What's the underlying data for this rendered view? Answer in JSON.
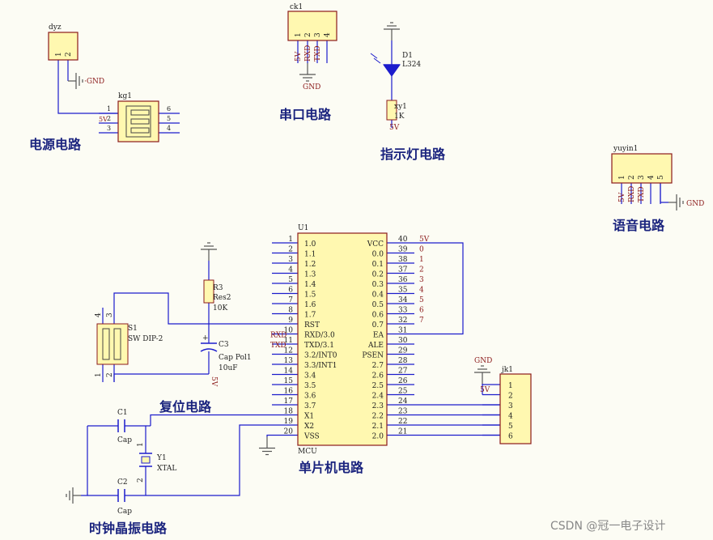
{
  "section_titles": {
    "power": "电源电路",
    "serial": "串口电路",
    "indicator": "指示灯电路",
    "voice": "语音电路",
    "reset": "复位电路",
    "mcu": "单片机电路",
    "clock": "时钟晶振电路"
  },
  "dyz": {
    "ref": "dyz",
    "pins": [
      "1",
      "2"
    ],
    "gnd": "GND"
  },
  "kg1": {
    "ref": "kg1",
    "left_pins": [
      "1",
      "2",
      "3"
    ],
    "right_pins": [
      "6",
      "5",
      "4"
    ],
    "net": "5V"
  },
  "ck1": {
    "ref": "ck1",
    "pins": [
      "1",
      "2",
      "3",
      "4"
    ],
    "nets": [
      "5V",
      "RXD",
      "TXD"
    ],
    "gnd": "GND"
  },
  "d1": {
    "ref": "D1",
    "value": "L324"
  },
  "xy1": {
    "ref": "xy1",
    "value": "1K",
    "net": "5V"
  },
  "yuyin1": {
    "ref": "yuyin1",
    "pins": [
      "1",
      "2",
      "3",
      "4",
      "5"
    ],
    "nets": [
      "5V",
      "RXD",
      "TXD"
    ],
    "gnd": "GND"
  },
  "u1": {
    "ref": "U1",
    "value": "MCU",
    "left": [
      {
        "num": "1",
        "name": "1.0",
        "net": ""
      },
      {
        "num": "2",
        "name": "1.1",
        "net": ""
      },
      {
        "num": "3",
        "name": "1.2",
        "net": ""
      },
      {
        "num": "4",
        "name": "1.3",
        "net": ""
      },
      {
        "num": "5",
        "name": "1.4",
        "net": ""
      },
      {
        "num": "6",
        "name": "1.5",
        "net": ""
      },
      {
        "num": "7",
        "name": "1.6",
        "net": ""
      },
      {
        "num": "8",
        "name": "1.7",
        "net": ""
      },
      {
        "num": "9",
        "name": "RST",
        "net": ""
      },
      {
        "num": "10",
        "name": "RXD/3.0",
        "net": "RXD"
      },
      {
        "num": "11",
        "name": "TXD/3.1",
        "net": "TXD"
      },
      {
        "num": "12",
        "name": "3.2/INT0",
        "net": ""
      },
      {
        "num": "13",
        "name": "3.3/INT1",
        "net": ""
      },
      {
        "num": "14",
        "name": "3.4",
        "net": ""
      },
      {
        "num": "15",
        "name": "3.5",
        "net": ""
      },
      {
        "num": "16",
        "name": "3.6",
        "net": ""
      },
      {
        "num": "17",
        "name": "3.7",
        "net": ""
      },
      {
        "num": "18",
        "name": "X1",
        "net": ""
      },
      {
        "num": "19",
        "name": "X2",
        "net": ""
      },
      {
        "num": "20",
        "name": "VSS",
        "net": ""
      }
    ],
    "right": [
      {
        "num": "40",
        "name": "VCC",
        "net": "5V"
      },
      {
        "num": "39",
        "name": "0.0",
        "net": "0"
      },
      {
        "num": "38",
        "name": "0.1",
        "net": "1"
      },
      {
        "num": "37",
        "name": "0.2",
        "net": "2"
      },
      {
        "num": "36",
        "name": "0.3",
        "net": "3"
      },
      {
        "num": "35",
        "name": "0.4",
        "net": "4"
      },
      {
        "num": "34",
        "name": "0.5",
        "net": "5"
      },
      {
        "num": "33",
        "name": "0.6",
        "net": "6"
      },
      {
        "num": "32",
        "name": "0.7",
        "net": "7"
      },
      {
        "num": "31",
        "name": "EA",
        "net": ""
      },
      {
        "num": "30",
        "name": "ALE",
        "net": ""
      },
      {
        "num": "29",
        "name": "PSEN",
        "net": ""
      },
      {
        "num": "28",
        "name": "2.7",
        "net": ""
      },
      {
        "num": "27",
        "name": "2.6",
        "net": ""
      },
      {
        "num": "26",
        "name": "2.5",
        "net": ""
      },
      {
        "num": "25",
        "name": "2.4",
        "net": ""
      },
      {
        "num": "24",
        "name": "2.3",
        "net": ""
      },
      {
        "num": "23",
        "name": "2.2",
        "net": ""
      },
      {
        "num": "22",
        "name": "2.1",
        "net": ""
      },
      {
        "num": "21",
        "name": "2.0",
        "net": ""
      }
    ]
  },
  "r3": {
    "ref": "R3",
    "type": "Res2",
    "value": "10K"
  },
  "c3": {
    "ref": "C3",
    "type": "Cap Pol1",
    "value": "10uF",
    "net": "5V"
  },
  "s1": {
    "ref": "S1",
    "type": "SW DIP-2",
    "pins": [
      "4",
      "3",
      "1",
      "2"
    ]
  },
  "c1": {
    "ref": "C1",
    "type": "Cap"
  },
  "c2": {
    "ref": "C2",
    "type": "Cap"
  },
  "y1": {
    "ref": "Y1",
    "type": "XTAL",
    "pins": [
      "1",
      "2"
    ]
  },
  "jk1": {
    "ref": "jk1",
    "pins": [
      "1",
      "2",
      "3",
      "4",
      "5",
      "6"
    ],
    "net": "5V",
    "gnd": "GND"
  },
  "watermark": "CSDN @冠一电子设计",
  "colors": {
    "background": "#fcfcf4",
    "wire": "#1c1ccc",
    "body": "#fff8b0",
    "pin_label": "#8b1a1a",
    "section_title": "#1a237e"
  }
}
